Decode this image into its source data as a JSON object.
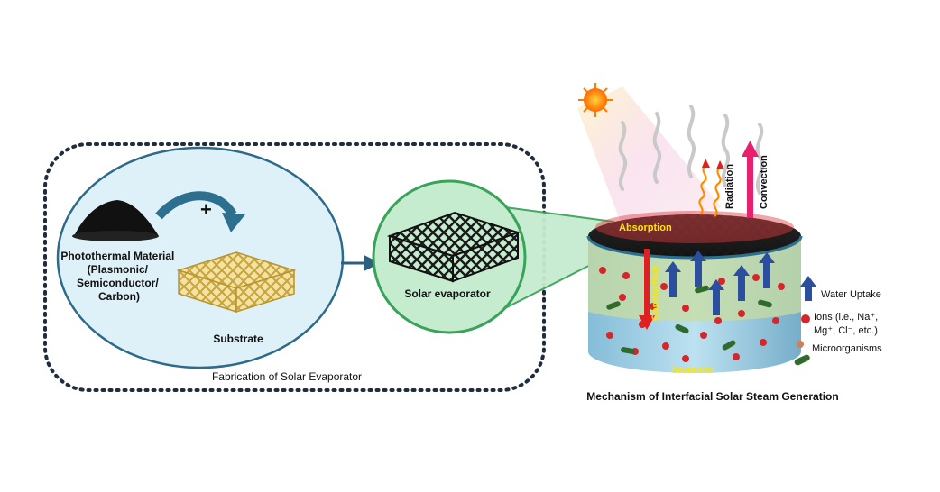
{
  "fabrication": {
    "plus_sign": "+",
    "photothermal_lines": [
      "Photothermal Material",
      "(Plasmonic/",
      "Semiconductor/",
      "Carbon)"
    ],
    "substrate_label": "Substrate",
    "solar_evaporator_label": "Solar evaporator",
    "caption": "Fabrication of Solar Evaporator"
  },
  "mechanism": {
    "absorption_label": "Absorption",
    "radiation_label": "Radiation",
    "convection_label": "Convection",
    "conduction_label": "Conduction",
    "seawater_label": "Seawater",
    "caption": "Mechanism of Interfacial Solar Steam Generation"
  },
  "legend": {
    "water_uptake": "Water Uptake",
    "ions_line1": "Ions (i.e., Na⁺,",
    "ions_line2": "Mg⁺, Cl⁻, etc.)",
    "microorganisms": "Microorganisms"
  },
  "colors": {
    "dotted_border": "#1f2d3d",
    "panel_fill": "#dff1f8",
    "panel_stroke": "#2e6b8a",
    "green_fill": "#c6ecd0",
    "green_stroke": "#3aa35a",
    "arrow_blue": "#2d5f7f",
    "convection_pink": "#e8206f",
    "conduction_red": "#e02020",
    "label_yellow": "#ffe600",
    "water_blue": "#9fd3ea",
    "ion_red": "#d7262a",
    "microbe_green": "#2f6b2c"
  }
}
